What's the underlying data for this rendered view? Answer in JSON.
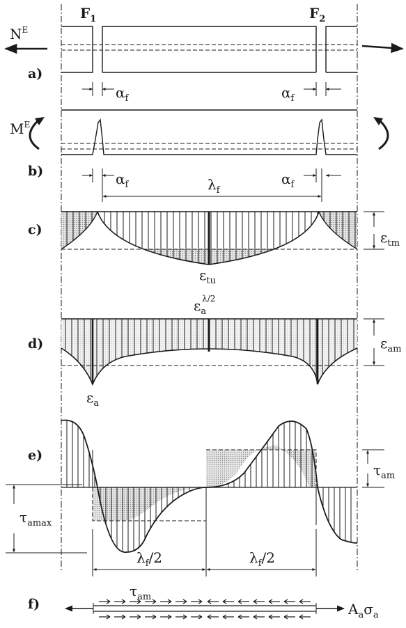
{
  "forces": {
    "f1": {
      "main": "F",
      "sub": "1"
    },
    "f2": {
      "main": "F",
      "sub": "2"
    },
    "axial": {
      "main": "N",
      "sup": "E"
    },
    "moment": {
      "main": "M",
      "sup": "E"
    }
  },
  "panels": {
    "a": "a)",
    "b": "b)",
    "c": "c)",
    "d": "d)",
    "e": "e)",
    "f": "f)"
  },
  "symbols": {
    "alpha_f": {
      "main": "α",
      "sub": "f"
    },
    "lambda_f": {
      "main": "λ",
      "sub": "f"
    },
    "eps_tm": {
      "main": "ε",
      "sub": "tm"
    },
    "eps_tu": {
      "main": "ε",
      "sub": "tu"
    },
    "eps_a_half": {
      "main": "ε",
      "sub": "a",
      "sup": "λ/2"
    },
    "eps_am": {
      "main": "ε",
      "sub": "am"
    },
    "eps_a": {
      "main": "ε",
      "sub": "a"
    },
    "tau_am": {
      "main": "τ",
      "sub": "am"
    },
    "tau_amax": {
      "main": "τ",
      "sub": "amax"
    },
    "lambda_half": {
      "main": "λ",
      "sub": "f",
      "tail": "/2"
    },
    "tau_am_bar": {
      "main": "τ",
      "sub": "am"
    },
    "as_a": {
      "main": "A",
      "sub": "a",
      "main2": "σ",
      "sub2": "a"
    }
  },
  "colors": {
    "ink": "#1a1a1a",
    "fill": "#d6d6d6",
    "paper": "#ffffff"
  }
}
